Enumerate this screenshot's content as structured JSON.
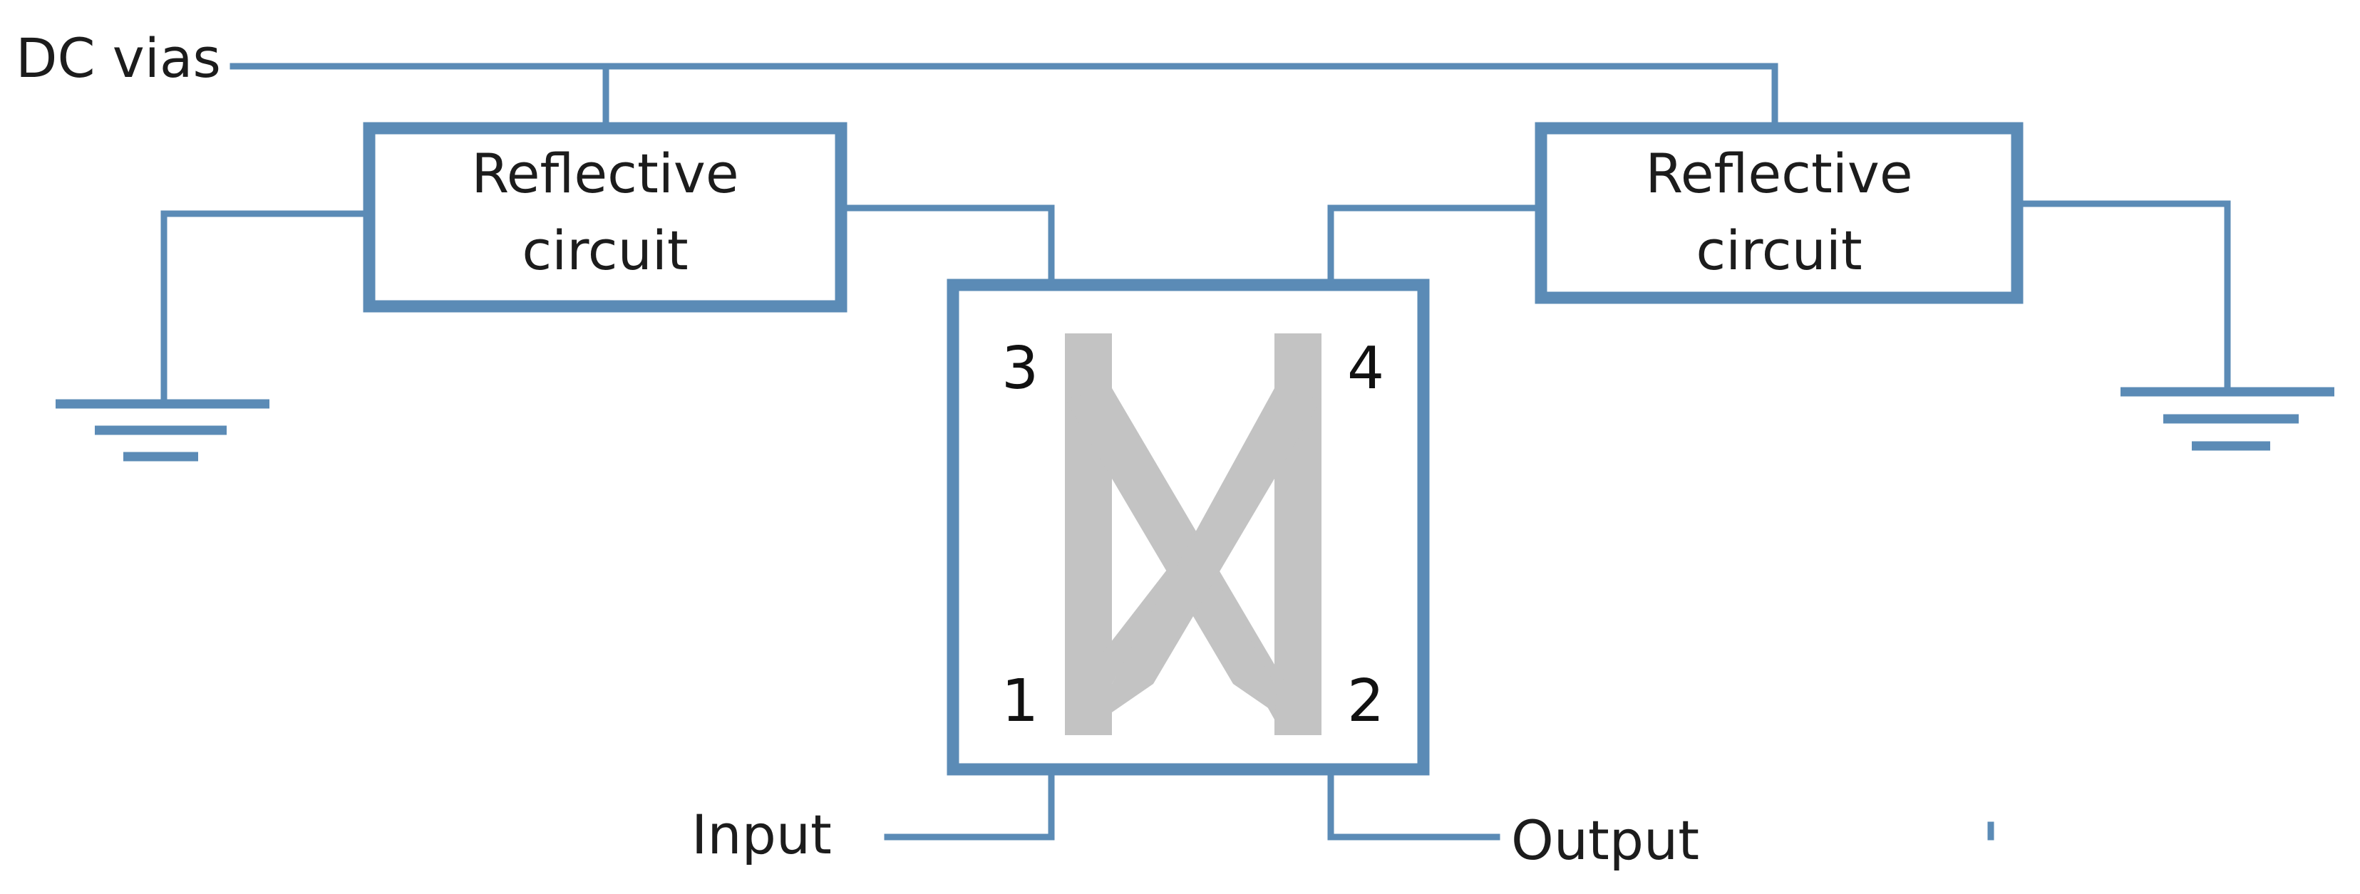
{
  "labels": {
    "dc_vias": "DC vias",
    "input": "Input",
    "output": "Output"
  },
  "reflective_circuits": [
    {
      "line1": "Reflective",
      "line2": "circuit"
    },
    {
      "line1": "Reflective",
      "line2": "circuit"
    }
  ],
  "coupler": {
    "ports": {
      "p1": "1",
      "p2": "2",
      "p3": "3",
      "p4": "4"
    }
  },
  "colors": {
    "wire": "#5b8bb6",
    "coupler_fill": "#c3c3c3",
    "text": "#1c1c1c"
  }
}
